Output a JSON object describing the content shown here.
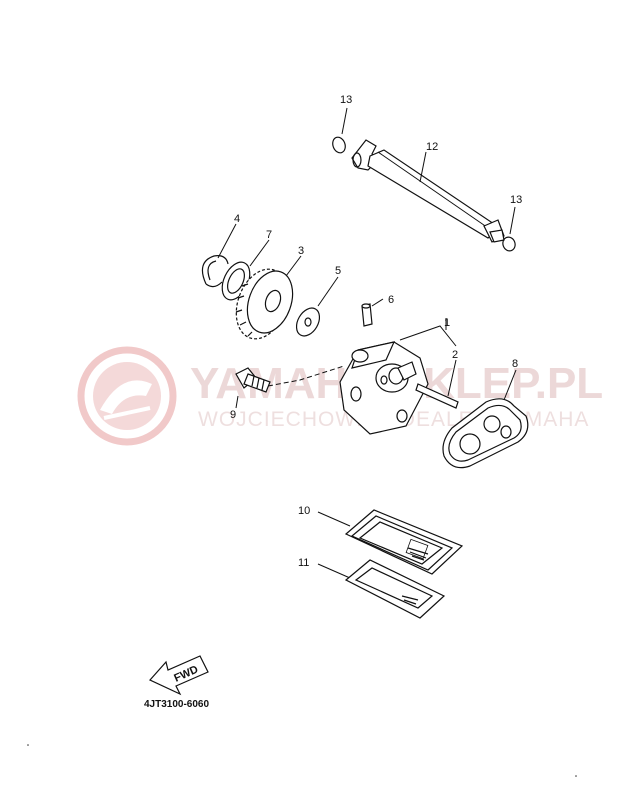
{
  "diagram": {
    "callouts": {
      "p1": "1",
      "p2": "2",
      "p3": "3",
      "p4": "4",
      "p5": "5",
      "p6": "6",
      "p7": "7",
      "p8": "8",
      "p9": "9",
      "p10": "10",
      "p11": "11",
      "p12": "12",
      "p13a": "13",
      "p13b": "13"
    },
    "fwd_label": "FWD",
    "drawing_code": "4JT3100-6060"
  },
  "watermark": {
    "line1": "YAMAHA-SKLEP.PL",
    "line2": "WOJCIECHOWICZ DEALER YAMAHA",
    "color": "#e8b8b8"
  }
}
